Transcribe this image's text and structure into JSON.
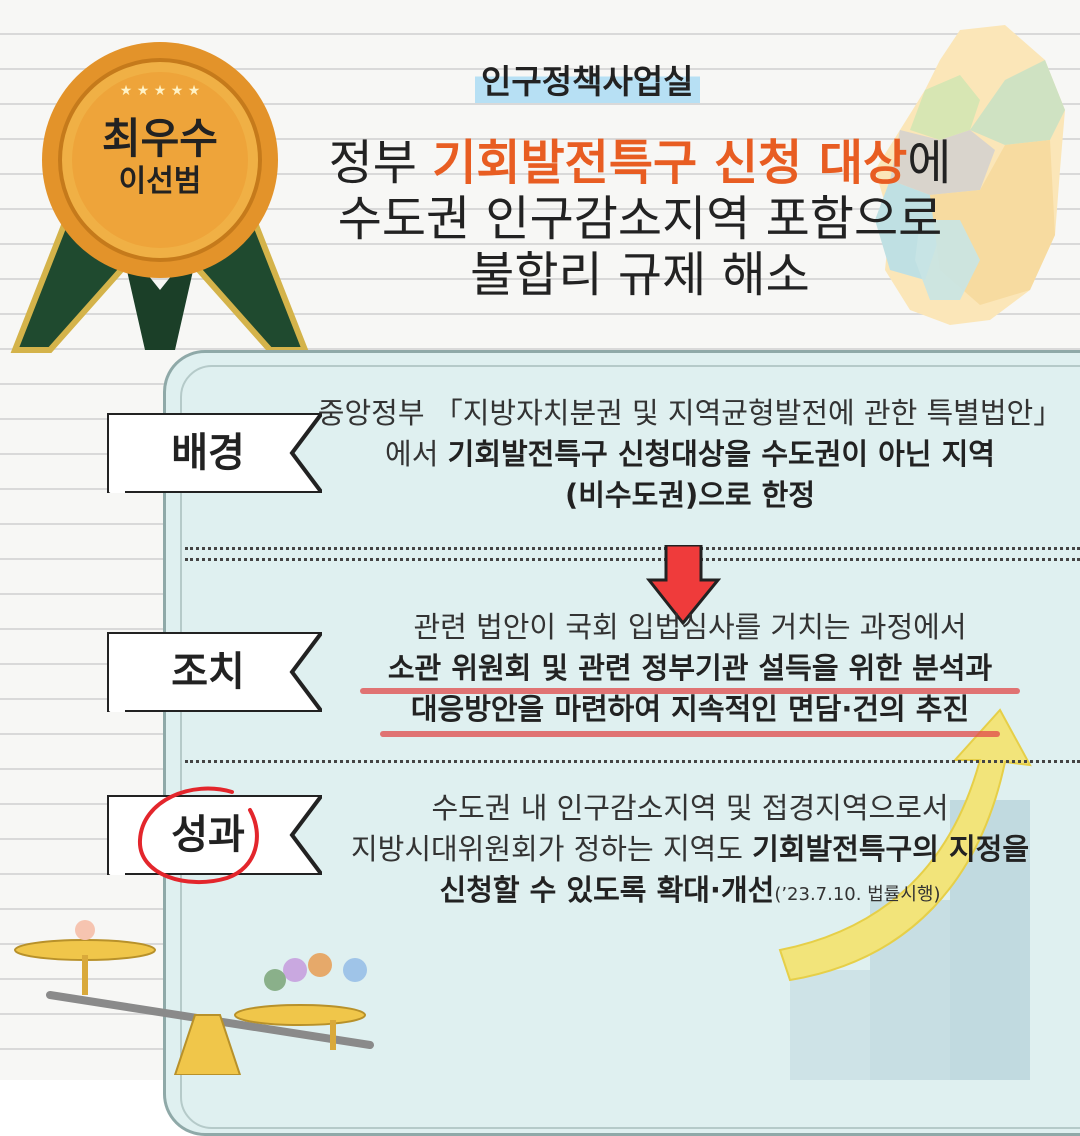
{
  "badge": {
    "line1": "최우수",
    "line2": "이선범"
  },
  "department": "인구정책사업실",
  "headline": {
    "line1_pre": "정부 ",
    "line1_highlight": "기회발전특구 신청 대상",
    "line1_post": "에",
    "line2": "수도권 인구감소지역 포함으로",
    "line3": "불합리 규제 해소"
  },
  "sections": [
    {
      "tag": "배경",
      "lines": [
        {
          "normal": "중앙정부 「지방자치분권 및 지역균형발전에 관한 특별법안」",
          "bold": ""
        },
        {
          "normal": "에서 ",
          "bold": "기회발전특구 신청대상을 수도권이 아닌 지역"
        },
        {
          "normal": "",
          "bold": "(비수도권)으로 한정"
        }
      ]
    },
    {
      "tag": "조치",
      "lines": [
        {
          "normal": "관련 법안이 국회 입법심사를 거치는 과정에서",
          "bold": ""
        },
        {
          "normal": "",
          "bold": "소관 위원회 및 관련 정부기관 설득을 위한 분석과"
        },
        {
          "normal": "",
          "bold": "대응방안을 마련하여 지속적인 면담·건의 추진"
        }
      ]
    },
    {
      "tag": "성과",
      "lines": [
        {
          "normal": "수도권 내 인구감소지역 및 접경지역으로서",
          "bold": ""
        },
        {
          "normal": "지방시대위원회가 정하는 지역도 ",
          "bold": "기회발전특구의 지정을"
        },
        {
          "normal": "",
          "bold": "신청할 수 있도록 확대·개선",
          "small": "(’23.7.10. 법률시행)"
        }
      ]
    }
  ],
  "colors": {
    "accent": "#e85d22",
    "panel": "#dff0f0",
    "medal": "#e39a2c",
    "ribbon": "#1f4a2f",
    "underline": "#e04a4a"
  },
  "icons": [
    "gold-medal-icon",
    "korea-map-icon",
    "down-arrow-icon",
    "growth-arrow-icon",
    "seesaw-illustration"
  ]
}
